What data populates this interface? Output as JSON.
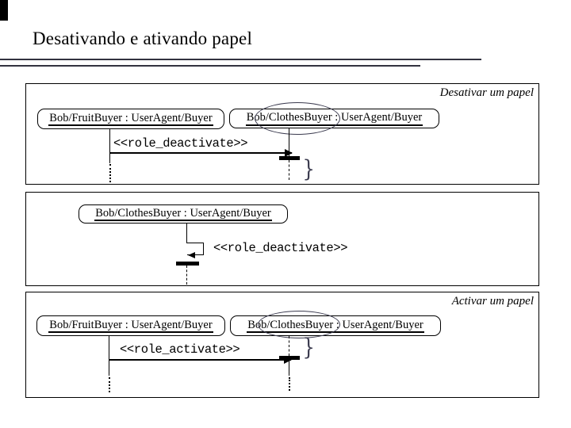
{
  "slide": {
    "title": "Desativando e ativando papel",
    "background": "#ffffff"
  },
  "colors": {
    "ink": "#000000",
    "rule_line": "#32323f",
    "annotation_stroke": "#3b3b4f"
  },
  "glyphs": {
    "brace": "}"
  },
  "panels": [
    {
      "caption": "Desativar um papel",
      "objects": [
        "Bob/FruitBuyer : UserAgent/Buyer",
        "Bob/ClothesBuyer : UserAgent/Buyer"
      ],
      "message": "<<role_deactivate>>"
    },
    {
      "objects": [
        "Bob/ClothesBuyer : UserAgent/Buyer"
      ],
      "message": "<<role_deactivate>>"
    },
    {
      "caption": "Activar um papel",
      "objects": [
        "Bob/FruitBuyer : UserAgent/Buyer",
        "Bob/ClothesBuyer : UserAgent/Buyer"
      ],
      "message": "<<role_activate>>"
    }
  ]
}
